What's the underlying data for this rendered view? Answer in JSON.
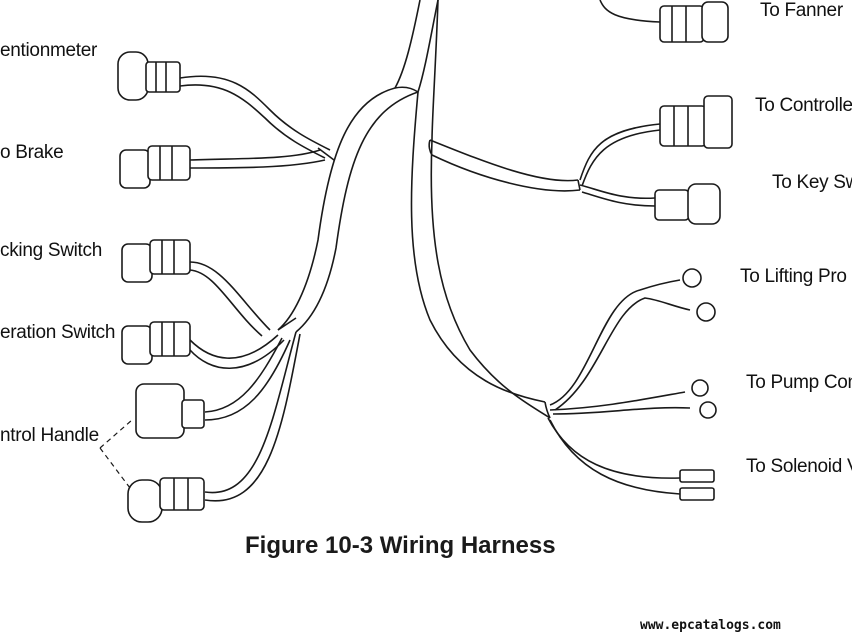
{
  "labels": {
    "potentiometer": "entionmeter",
    "brake": "o  Brake",
    "backing_switch": "cking Switch",
    "operation_switch": "eration Switch",
    "control_handle": "ntrol Handle",
    "fanner": "To Fanner",
    "controller": "To Controlle",
    "key_switch": "To Key Sw",
    "lifting_pro": "To  Lifting Pro",
    "pump_con": "To Pump Con",
    "solenoid": "To Solenoid V"
  },
  "caption": "Figure 10-3 Wiring Harness",
  "watermark": "www.epcatalogs.com"
}
